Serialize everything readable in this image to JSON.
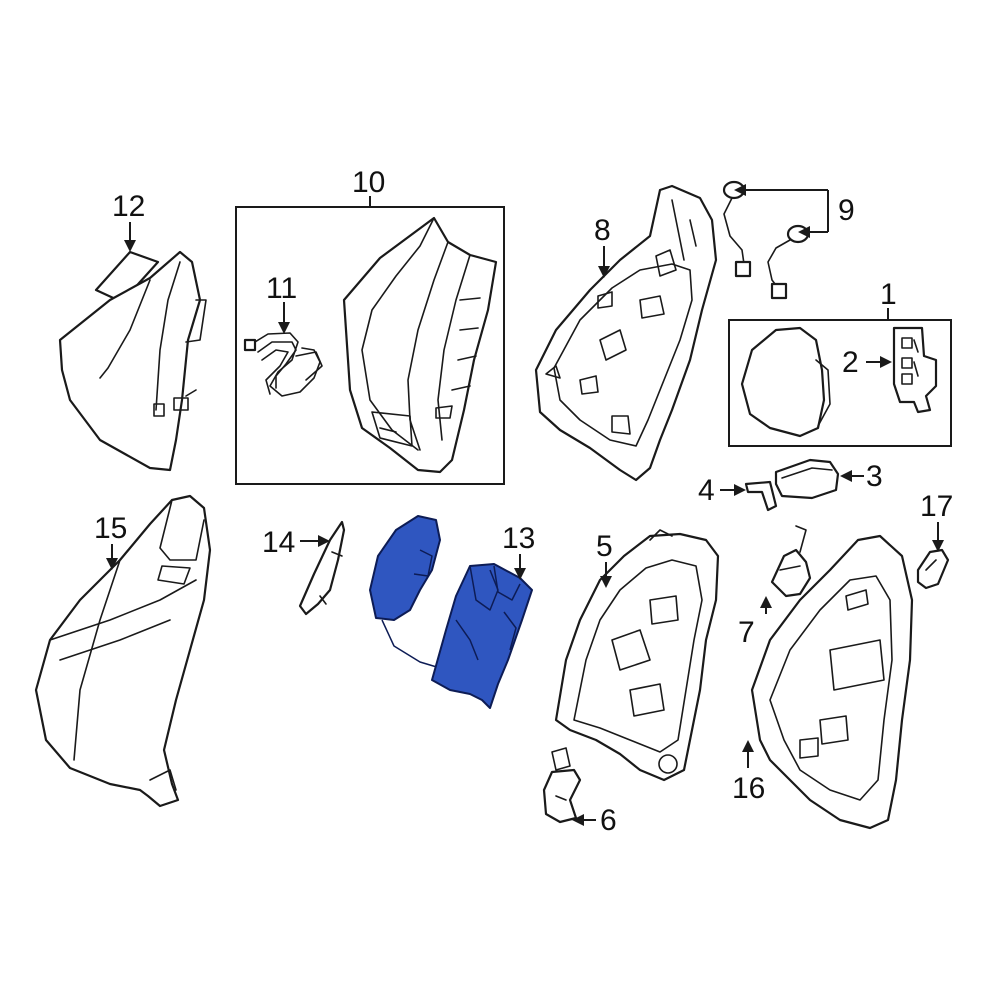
{
  "highlight_color": "#2f56c0",
  "callouts": {
    "c1": "1",
    "c2": "2",
    "c3": "3",
    "c4": "4",
    "c5": "5",
    "c6": "6",
    "c7": "7",
    "c8": "8",
    "c9": "9",
    "c10": "10",
    "c11": "11",
    "c12": "12",
    "c13": "13",
    "c14": "14",
    "c15": "15",
    "c16": "16",
    "c17": "17"
  },
  "highlighted_part": "13"
}
